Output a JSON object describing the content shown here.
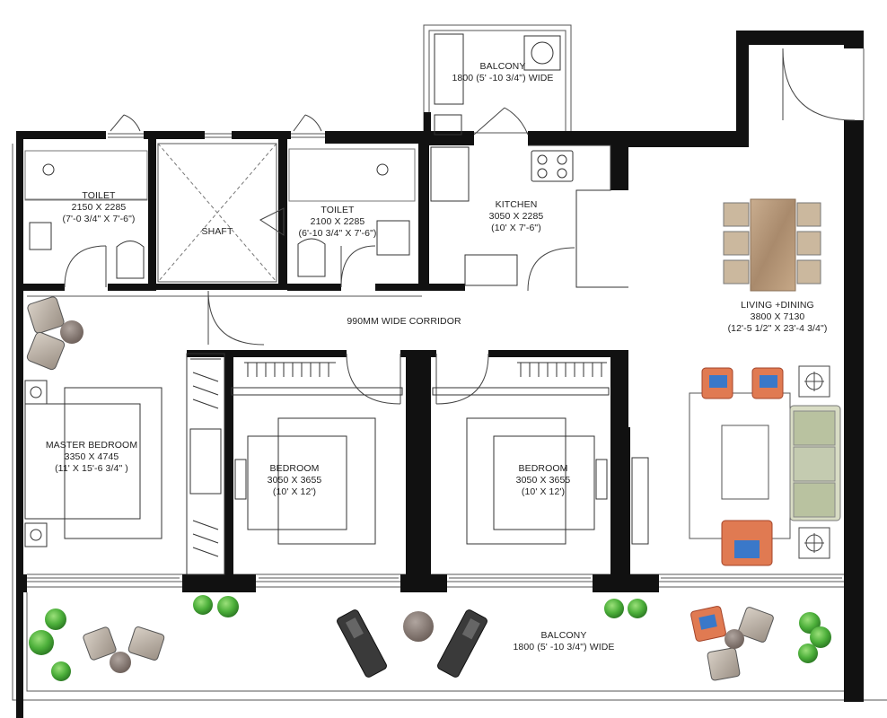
{
  "rooms": {
    "balcony_top": {
      "name": "BALCONY",
      "size": "1800 (5' -10 3/4\") WIDE"
    },
    "toilet_left": {
      "name": "TOILET",
      "size_mm": "2150 X 2285",
      "size_ft": "(7'-0 3/4\" X 7'-6\")"
    },
    "shaft": {
      "name": "SHAFT"
    },
    "toilet_right": {
      "name": "TOILET",
      "size_mm": "2100 X 2285",
      "size_ft": "(6'-10 3/4\" X 7'-6\")"
    },
    "kitchen": {
      "name": "KITCHEN",
      "size_mm": "3050 X 2285",
      "size_ft": "(10' X 7'-6\")"
    },
    "living": {
      "name": "LIVING +DINING",
      "size_mm": "3800 X 7130",
      "size_ft": "(12'-5 1/2\" X 23'-4 3/4\")"
    },
    "corridor": {
      "name": "990MM WIDE CORRIDOR"
    },
    "master": {
      "name": "MASTER BEDROOM",
      "size_mm": "3350 X 4745",
      "size_ft": "(11' X 15'-6 3/4\" )"
    },
    "bedroom1": {
      "name": "BEDROOM",
      "size_mm": "3050 X 3655",
      "size_ft": "(10' X 12')"
    },
    "bedroom2": {
      "name": "BEDROOM",
      "size_mm": "3050 X 3655",
      "size_ft": "(10' X 12')"
    },
    "balcony_bottom": {
      "name": "BALCONY",
      "size": "1800 (5' -10 3/4\") WIDE"
    }
  },
  "colors": {
    "wall": "#111111",
    "thin_line": "#555555",
    "plant_green": "#4caf3a",
    "table_wood": "#b79a7c",
    "chair_gray": "#8a8a8a",
    "sofa_green": "#cfd4b8",
    "accent_red": "#d9532c",
    "accent_blue": "#3a78c9"
  }
}
